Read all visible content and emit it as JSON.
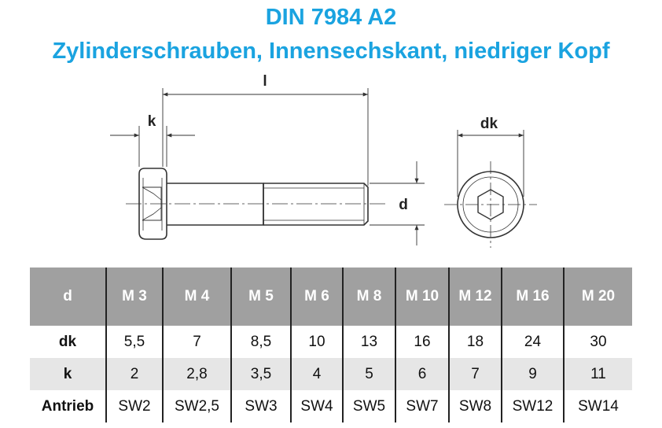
{
  "title": {
    "line1": "DIN 7984 A2",
    "line2": "Zylinderschrauben, Innensechskant, niedriger Kopf"
  },
  "drawing": {
    "label_l": "l",
    "label_k": "k",
    "label_d": "d",
    "label_dk": "dk"
  },
  "table": {
    "header": [
      "d",
      "M 3",
      "M 4",
      "M 5",
      "M 6",
      "M 8",
      "M 10",
      "M 12",
      "M 16",
      "M 20"
    ],
    "rows": [
      [
        "dk",
        "5,5",
        "7",
        "8,5",
        "10",
        "13",
        "16",
        "18",
        "24",
        "30"
      ],
      [
        "k",
        "2",
        "2,8",
        "3,5",
        "4",
        "5",
        "6",
        "7",
        "9",
        "11"
      ],
      [
        "Antrieb",
        "SW2",
        "SW2,5",
        "SW3",
        "SW4",
        "SW5",
        "SW7",
        "SW8",
        "SW12",
        "SW14"
      ]
    ]
  },
  "colors": {
    "title": "#1aa3e0",
    "header_bg": "#a0a0a0",
    "shade_row": "#e6e6e6"
  }
}
